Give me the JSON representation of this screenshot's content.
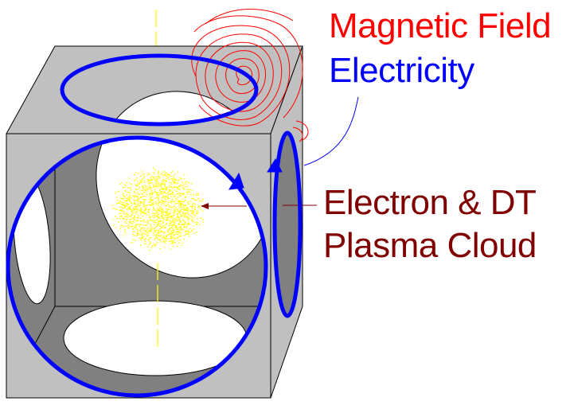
{
  "labels": {
    "magnetic_field": "Magnetic Field",
    "electricity": "Electricity",
    "plasma_line1": "Electron & DT",
    "plasma_line2": "Plasma Cloud"
  },
  "colors": {
    "magnetic": "#ff0000",
    "electric": "#0000ff",
    "plasma_label": "#800000",
    "cube_face": "#c0c0c0",
    "cube_inner": "#808080",
    "plasma_cloud": "#ffff00",
    "axis": "#ffff00"
  }
}
